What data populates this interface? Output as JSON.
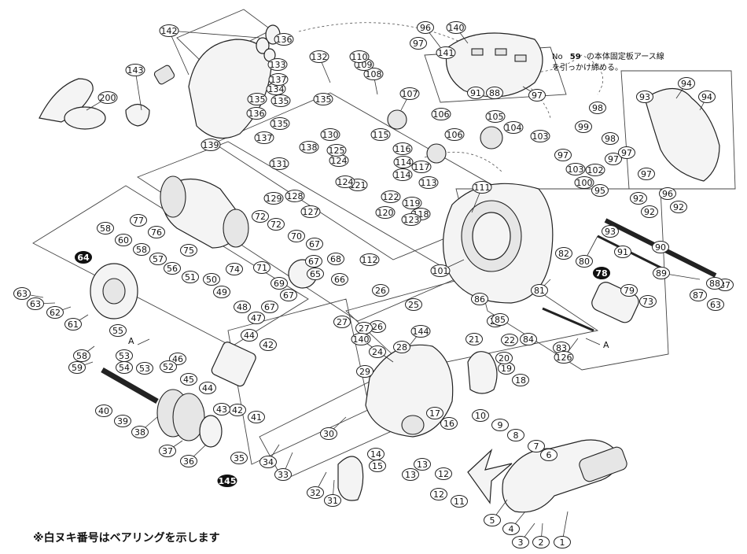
{
  "footer_note": "※白ヌキ番号はベアリングを示します",
  "annotation": {
    "line1_prefix": "No",
    "line1_num": "59",
    "line1_rest": "の本体固定板アース線",
    "line2": "を引っかけ締める。"
  },
  "arrow_label": "A",
  "callouts": [
    "1",
    "2",
    "3",
    "4",
    "5",
    "6",
    "7",
    "8",
    "9",
    "10",
    "11",
    "12",
    "12",
    "13",
    "13",
    "14",
    "15",
    "16",
    "17",
    "18",
    "19",
    "20",
    "21",
    "22",
    "23",
    "24",
    "25",
    "26",
    "26",
    "27",
    "27",
    "28",
    "29",
    "30",
    "31",
    "32",
    "33",
    "34",
    "35",
    "36",
    "37",
    "38",
    "39",
    "40",
    "41",
    "42",
    "42",
    "43",
    "44",
    "44",
    "45",
    "46",
    "47",
    "48",
    "49",
    "50",
    "51",
    "52",
    "53",
    "53",
    "54",
    "55",
    "56",
    "57",
    "58",
    "58",
    "58",
    "59",
    "60",
    "61",
    "62",
    "63",
    "63",
    "63",
    "65",
    "66",
    "67",
    "67",
    "67",
    "67",
    "68",
    "69",
    "70",
    "71",
    "72",
    "72",
    "73",
    "74",
    "75",
    "76",
    "77",
    "79",
    "80",
    "81",
    "82",
    "83",
    "84",
    "85",
    "86",
    "87",
    "87",
    "88",
    "88",
    "89",
    "90",
    "91",
    "91",
    "92",
    "92",
    "92",
    "93",
    "93",
    "94",
    "94",
    "95",
    "96",
    "96",
    "97",
    "97",
    "97",
    "97",
    "97",
    "97",
    "98",
    "98",
    "99",
    "100",
    "101",
    "102",
    "103",
    "103",
    "104",
    "105",
    "106",
    "106",
    "107",
    "108",
    "109",
    "110",
    "111",
    "112",
    "113",
    "114",
    "114",
    "115",
    "116",
    "117",
    "118",
    "119",
    "120",
    "121",
    "122",
    "123",
    "124",
    "124",
    "125",
    "126",
    "127",
    "128",
    "129",
    "130",
    "131",
    "132",
    "133",
    "134",
    "135",
    "135",
    "135",
    "135",
    "136",
    "136",
    "137",
    "137",
    "138",
    "139",
    "140",
    "140",
    "141",
    "142",
    "143",
    "144",
    "200"
  ],
  "bearings": [
    "64",
    "78",
    "145"
  ]
}
